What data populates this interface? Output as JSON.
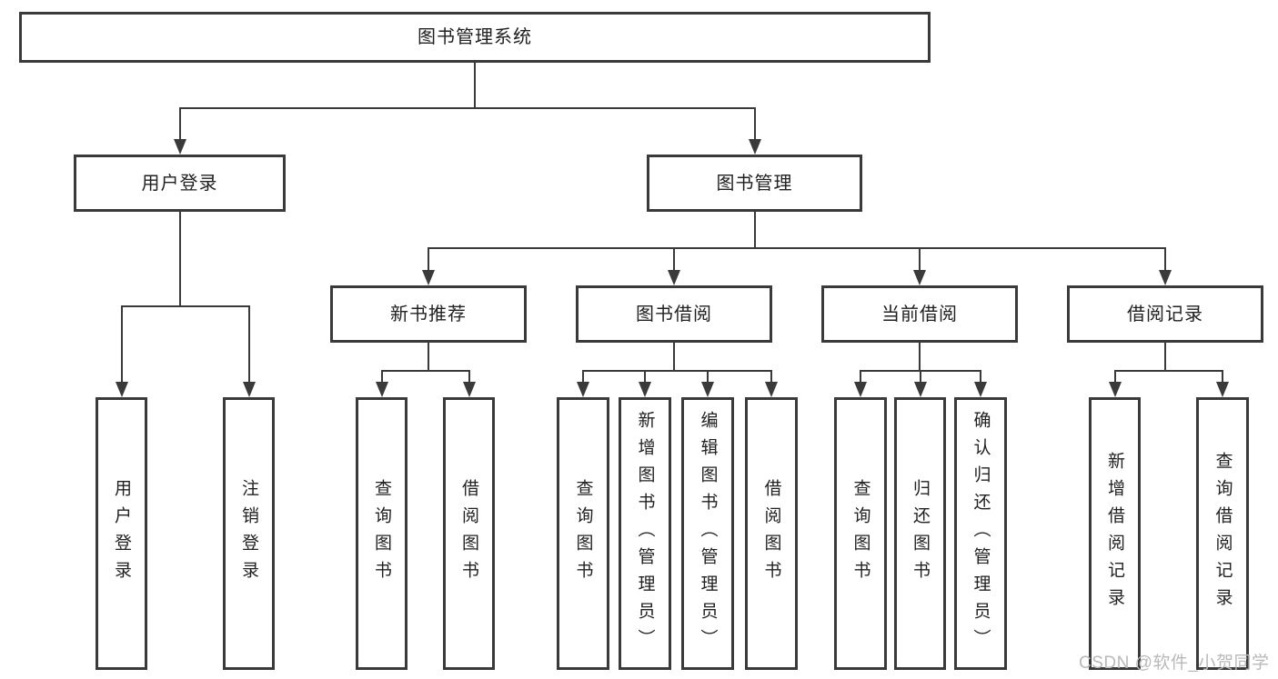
{
  "diagram": {
    "title": "图书管理系统",
    "colors": {
      "line": "#3a3a3a",
      "text": "#212121",
      "background": "#ffffff",
      "watermark": "#b9b9b9"
    },
    "nodes": [
      {
        "id": "root",
        "label": "图书管理系统"
      },
      {
        "id": "user-login-group",
        "label": "用户登录"
      },
      {
        "id": "book-mgmt",
        "label": "图书管理"
      },
      {
        "id": "user-login",
        "label": "用户登录"
      },
      {
        "id": "logout",
        "label": "注销登录"
      },
      {
        "id": "new-book-rec",
        "label": "新书推荐"
      },
      {
        "id": "book-borrow",
        "label": "图书借阅"
      },
      {
        "id": "current-borrow",
        "label": "当前借阅"
      },
      {
        "id": "borrow-records",
        "label": "借阅记录"
      },
      {
        "id": "nbr-query",
        "label": "查询图书"
      },
      {
        "id": "nbr-borrow",
        "label": "借阅图书"
      },
      {
        "id": "bb-query",
        "label": "查询图书"
      },
      {
        "id": "bb-add",
        "label": "新增图书（管理员）"
      },
      {
        "id": "bb-edit",
        "label": "编辑图书（管理员）"
      },
      {
        "id": "bb-borrow",
        "label": "借阅图书"
      },
      {
        "id": "cb-query",
        "label": "查询图书"
      },
      {
        "id": "cb-return",
        "label": "归还图书"
      },
      {
        "id": "cb-confirm",
        "label": "确认归还（管理员）"
      },
      {
        "id": "br-add",
        "label": "新增借阅记录"
      },
      {
        "id": "br-query",
        "label": "查询借阅记录"
      }
    ],
    "edges": [
      [
        "root",
        "user-login-group"
      ],
      [
        "root",
        "book-mgmt"
      ],
      [
        "user-login-group",
        "user-login"
      ],
      [
        "user-login-group",
        "logout"
      ],
      [
        "book-mgmt",
        "new-book-rec"
      ],
      [
        "book-mgmt",
        "book-borrow"
      ],
      [
        "book-mgmt",
        "current-borrow"
      ],
      [
        "book-mgmt",
        "borrow-records"
      ],
      [
        "new-book-rec",
        "nbr-query"
      ],
      [
        "new-book-rec",
        "nbr-borrow"
      ],
      [
        "book-borrow",
        "bb-query"
      ],
      [
        "book-borrow",
        "bb-add"
      ],
      [
        "book-borrow",
        "bb-edit"
      ],
      [
        "book-borrow",
        "bb-borrow"
      ],
      [
        "current-borrow",
        "cb-query"
      ],
      [
        "current-borrow",
        "cb-return"
      ],
      [
        "current-borrow",
        "cb-confirm"
      ],
      [
        "borrow-records",
        "br-add"
      ],
      [
        "borrow-records",
        "br-query"
      ]
    ]
  },
  "watermark": {
    "text": "CSDN @软件_小贺同学"
  }
}
